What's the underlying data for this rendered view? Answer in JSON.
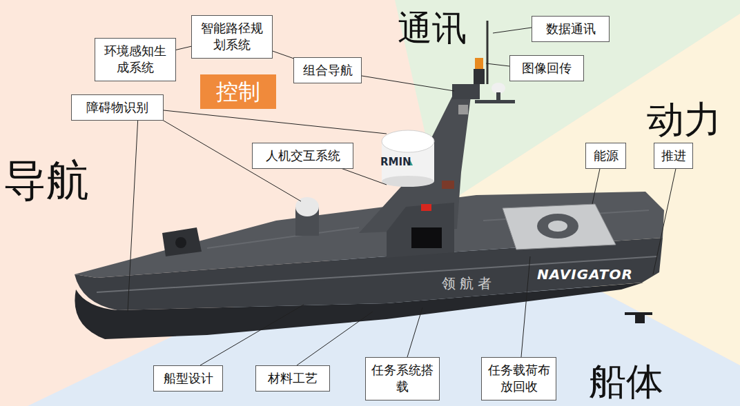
{
  "diagram": {
    "nodes": [
      {
        "text": [
          "智能路径规划系统"
        ]
      },
      {
        "text": [
          "数据通讯"
        ]
      },
      {
        "text": [
          "环境感知生成系统"
        ]
      },
      {
        "text": [
          "图像回传"
        ]
      },
      {
        "text": [
          "组合导航"
        ]
      },
      {
        "text": [
          "控制"
        ]
      },
      {
        "text": [
          "障碍物识别"
        ]
      },
      {
        "text": [
          "人机交互系统"
        ]
      },
      {
        "text": [
          "能源"
        ]
      },
      {
        "text": [
          "推进"
        ]
      },
      {
        "text": [
          "任务系统搭载"
        ]
      },
      {
        "text": [
          "任务载荷布放回收"
        ]
      },
      {
        "text": [
          "船型设计"
        ]
      },
      {
        "text": [
          "材料工艺"
        ]
      }
    ],
    "edges": [
      {
        "from": 2,
        "to": 0,
        "arrow": "none"
      },
      {
        "from": 0,
        "to": 4,
        "arrow": "none"
      }
    ],
    "labels": [
      "导航",
      "通讯",
      "动力",
      "船体",
      "领航者",
      "NAVIGATOR",
      "RMIN"
    ]
  }
}
